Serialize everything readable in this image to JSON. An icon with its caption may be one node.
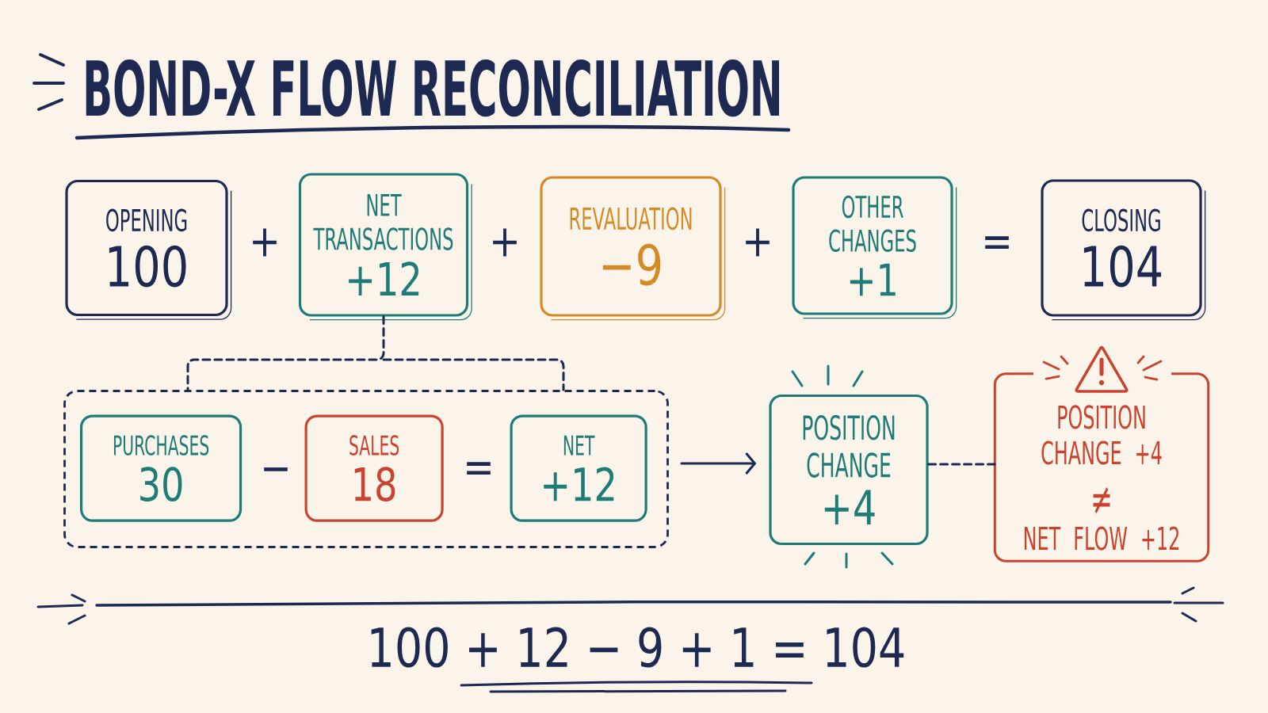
{
  "diagram": {
    "title": "BOND-X FLOW RECONCILIATION",
    "nodes": [
      {
        "text": [
          "OPENING",
          "100"
        ]
      },
      {
        "text": [
          "NET TRANSACTIONS",
          "+12"
        ]
      },
      {
        "text": [
          "REVALUATION",
          "−9"
        ]
      },
      {
        "text": [
          "OTHER CHANGES",
          "+1"
        ]
      },
      {
        "text": [
          "CLOSING",
          "104"
        ]
      },
      {
        "text": [],
        "shape": "box"
      },
      {
        "text": [
          "PURCHASES",
          "30"
        ],
        "in": 5
      },
      {
        "text": [
          "SALES",
          "18"
        ],
        "in": 5
      },
      {
        "text": [
          "NET",
          "+12"
        ],
        "in": 5
      },
      {
        "text": [
          "POSITION CHANGE",
          "+4"
        ]
      },
      {
        "text": [
          "POSITION CHANGE +4",
          "≠",
          "NET FLOW +12"
        ]
      }
    ],
    "edges": [
      {
        "from": 1,
        "to": 5,
        "arrow": "none",
        "style": "dashed"
      },
      {
        "from": 5,
        "to": 9,
        "arrow": "to"
      },
      {
        "from": 9,
        "to": 10,
        "arrow": "none",
        "style": "dashed"
      }
    ],
    "labels": [
      "+",
      "+",
      "+",
      "=",
      "−",
      "=",
      "100 + 12 − 9 + 1 = 104"
    ]
  }
}
